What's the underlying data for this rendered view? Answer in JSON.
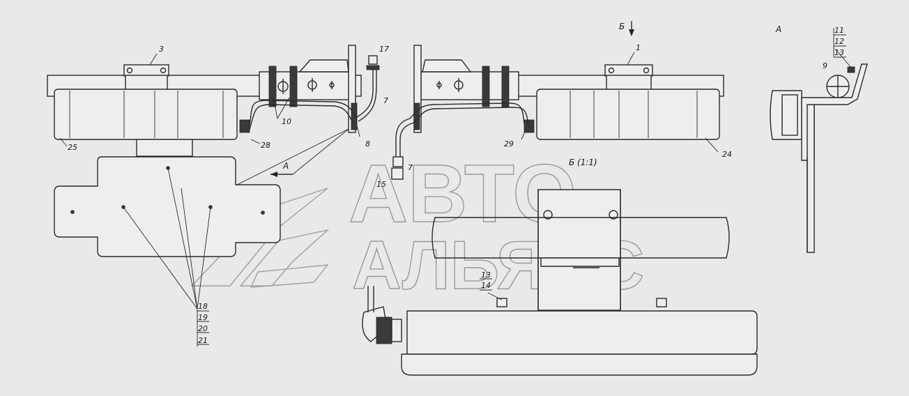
{
  "watermark": {
    "line1": "АВТО",
    "line2": "АЛЬЯНС"
  },
  "views": {
    "view_a": "А",
    "view_b": "Б",
    "view_b_scale": "Б (1:1)",
    "arrow_a": "А"
  },
  "callouts": [
    "1",
    "3",
    "7",
    "7",
    "8",
    "9",
    "10",
    "11",
    "12",
    "13",
    "13",
    "14",
    "15",
    "17",
    "18",
    "19",
    "20",
    "21",
    "24",
    "25",
    "28",
    "29"
  ]
}
